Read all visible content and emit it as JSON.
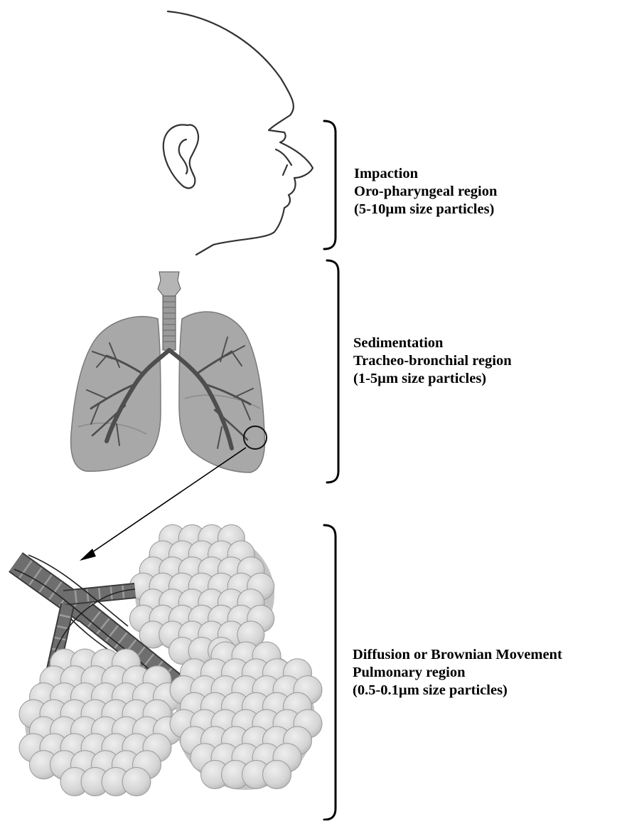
{
  "regions": [
    {
      "mechanism": "Impaction",
      "region": "Oro-pharyngeal region",
      "particle_size": "(5-10µm size particles)"
    },
    {
      "mechanism": "Sedimentation",
      "region": "Tracheo-bronchial region",
      "particle_size": "(1-5µm size particles)"
    },
    {
      "mechanism": "Diffusion or Brownian Movement",
      "region": "Pulmonary region",
      "particle_size": "(0.5-0.1µm size particles)"
    }
  ],
  "illustrations": {
    "head": "head-profile-icon",
    "lungs": "lungs-icon",
    "alveoli": "alveoli-cluster-icon",
    "zoom_arrow": "arrow-icon"
  },
  "colors": {
    "lung_fill": "#a9a9a9",
    "lung_dark": "#7d7d7d",
    "airway": "#5a5a5a",
    "alveolus_fill": "#d6d6d6",
    "alveolus_stroke": "#9a9a9a",
    "ink": "#000000"
  }
}
